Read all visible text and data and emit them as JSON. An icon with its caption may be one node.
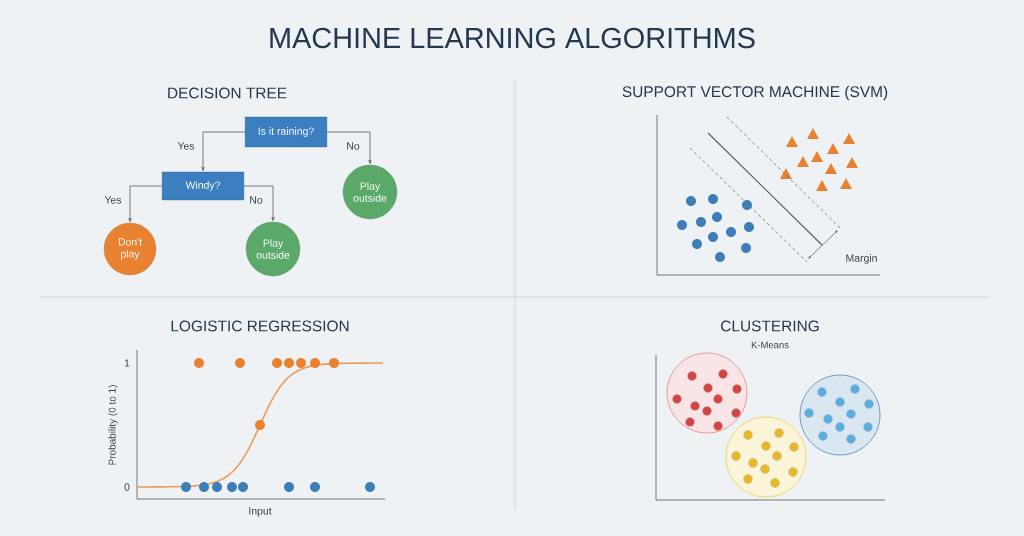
{
  "diagram": {
    "title": "MACHINE LEARNING ALGORITHMS",
    "nodes": [
      {
        "text": [
          "Is it raining?"
        ]
      },
      {
        "text": [
          "Windy?"
        ]
      },
      {
        "text": [
          "Play outside"
        ]
      },
      {
        "text": [
          "Don't play"
        ]
      },
      {
        "text": [
          "Play outside"
        ]
      }
    ],
    "edges": [
      {
        "from": 0,
        "to": 1,
        "arrow": "to",
        "label": "Yes"
      },
      {
        "from": 0,
        "to": 2,
        "arrow": "to",
        "label": "No"
      },
      {
        "from": 1,
        "to": 3,
        "arrow": "to",
        "label": "Yes"
      },
      {
        "from": 1,
        "to": 4,
        "arrow": "to",
        "label": "No"
      }
    ],
    "labels": [
      "DECISION TREE",
      "SUPPORT VECTOR MACHINE (SVM)",
      "Margin",
      "LOGISTIC REGRESSION",
      "1",
      "0",
      "Probability (0 to 1)",
      "Input",
      "CLUSTERING",
      "K-Means"
    ]
  }
}
